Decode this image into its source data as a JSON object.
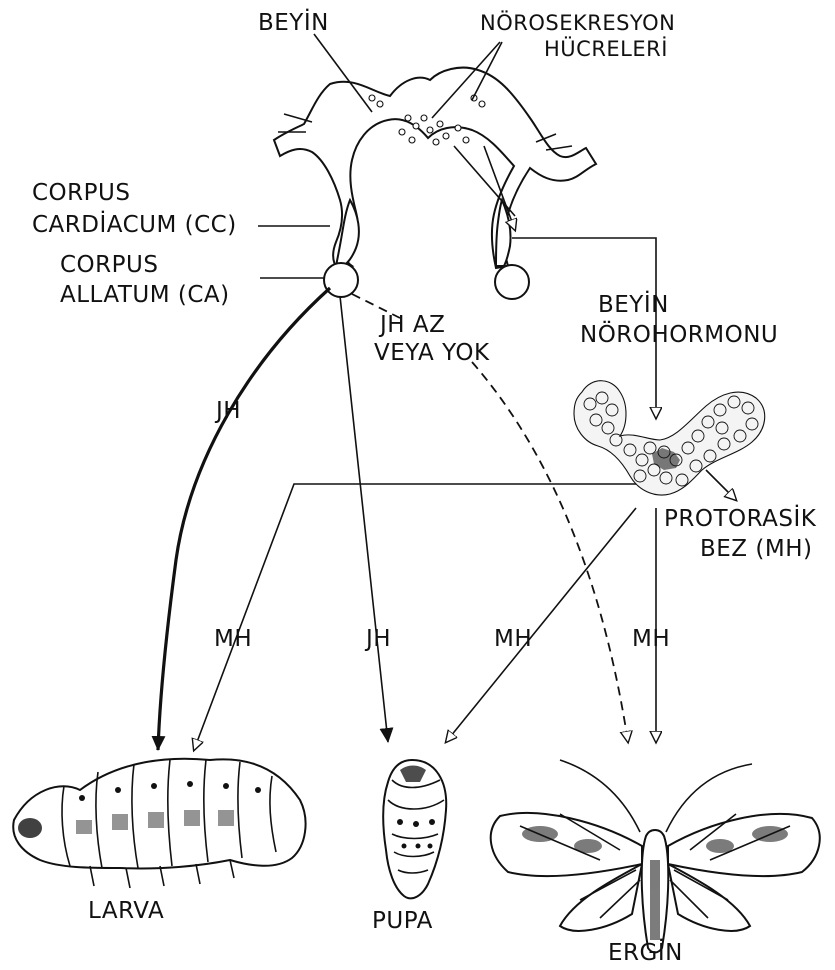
{
  "labels": {
    "beyin": "BEYİN",
    "norosekresyon_line1": "NÖROSEKRESYON",
    "norosekresyon_line2": "HÜCRELERİ",
    "cc_line1": "CORPUS",
    "cc_line2": "CARDİACUM (CC)",
    "ca_line1": "CORPUS",
    "ca_line2": "ALLATUM (CA)",
    "jh_az_line1": "JH AZ",
    "jh_az_line2": "VEYA YOK",
    "beyin_norohormonu_line1": "BEYİN",
    "beyin_norohormonu_line2": "NÖROHORMONU",
    "protorasik_line1": "PROTORASİK",
    "protorasik_line2": "BEZ (MH)",
    "arrow_jh_larva": "JH",
    "arrow_mh_larva": "MH",
    "arrow_jh_pupa": "JH",
    "arrow_mh_pupa": "MH",
    "arrow_mh_ergin": "MH",
    "larva": "LARVA",
    "pupa": "PUPA",
    "ergin": "ERGİN"
  },
  "colors": {
    "ink": "#111111",
    "background": "#ffffff"
  }
}
